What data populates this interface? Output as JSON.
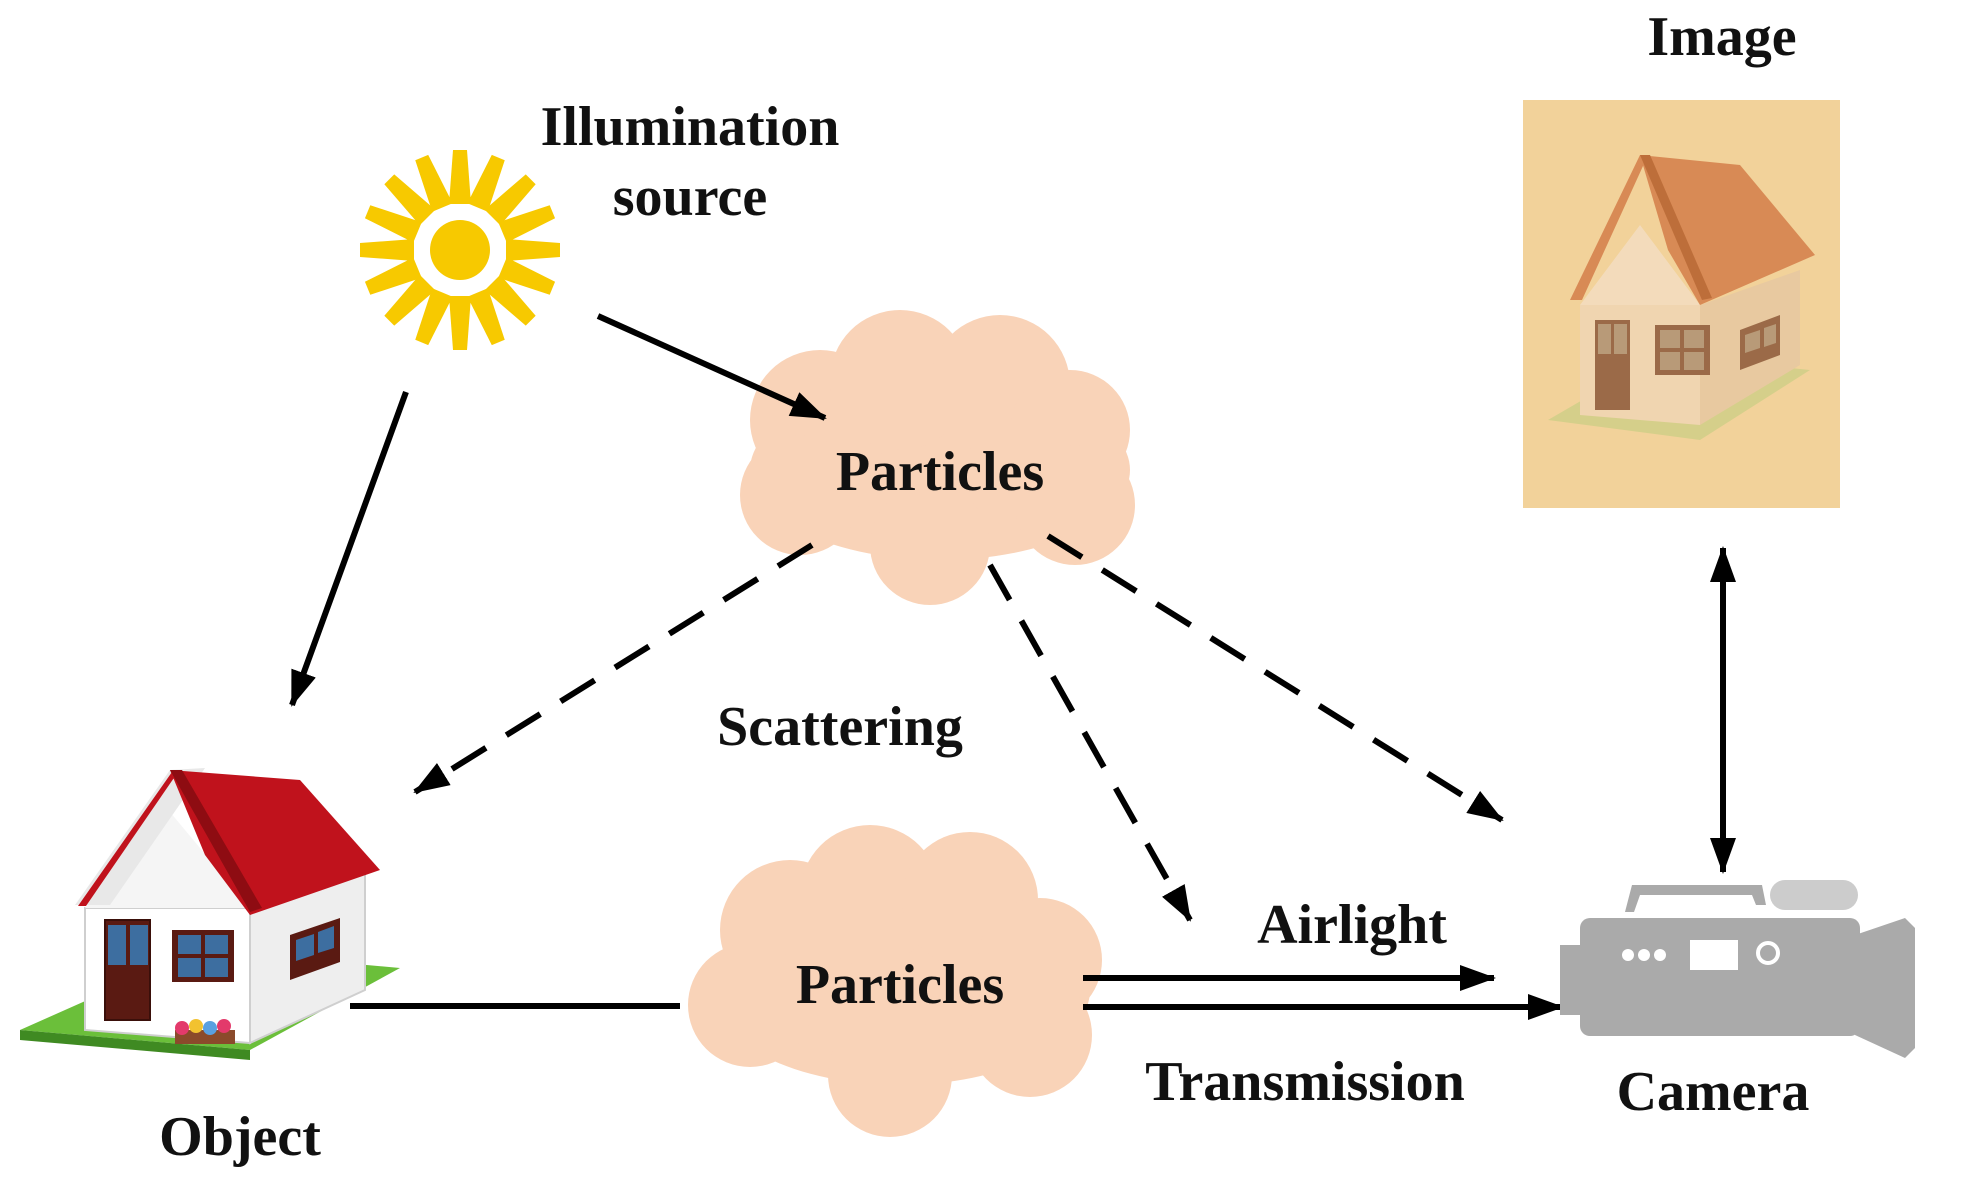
{
  "labels": {
    "illumination_line1": "Illumination",
    "illumination_line2": "source",
    "image": "Image",
    "particles_top": "Particles",
    "particles_bottom": "Particles",
    "scattering": "Scattering",
    "airlight": "Airlight",
    "transmission": "Transmission",
    "object": "Object",
    "camera": "Camera"
  },
  "colors": {
    "sun": "#f7c900",
    "cloud": "#f9d3b8",
    "arrow": "#000000",
    "camera": "#aaaaaa",
    "image_haze": "#f2d29a",
    "roof": "#c0121c",
    "wall": "#ffffff",
    "grass": "#6bbf3a"
  },
  "icons": {
    "sun": "sun-icon",
    "house": "house-icon",
    "camera": "video-camera-icon",
    "cloud": "cloud-icon"
  }
}
